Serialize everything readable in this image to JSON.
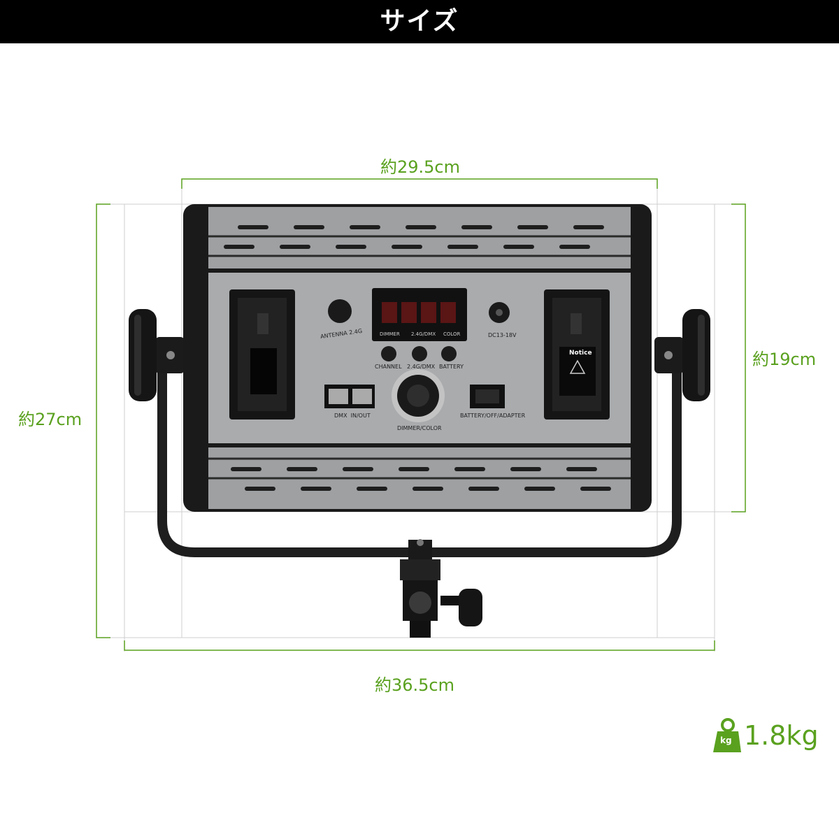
{
  "header": {
    "title": "サイズ"
  },
  "dimensions": {
    "top_width": "約29.5cm",
    "bottom_width": "約36.5cm",
    "left_height": "約27cm",
    "right_height": "約19cm"
  },
  "weight": {
    "icon": "weight-icon",
    "icon_text": "kg",
    "value": "1.8kg"
  },
  "panel": {
    "antenna_label": "ANTENNA 2.4G",
    "display_labels": [
      "DIMMER",
      "2.4G/DMX",
      "COLOR"
    ],
    "button_labels": [
      "CHANNEL",
      "2.4G/DMX",
      "BATTERY"
    ],
    "dc_label": "DC13-18V",
    "dmx_label": "DMX  IN/OUT",
    "knob_label": "DIMMER/COLOR",
    "switch_label": "BATTERY/OFF/ADAPTER",
    "notice_label": "Notice"
  },
  "colors": {
    "accent": "#5aa11f",
    "header_bg": "#000000"
  }
}
